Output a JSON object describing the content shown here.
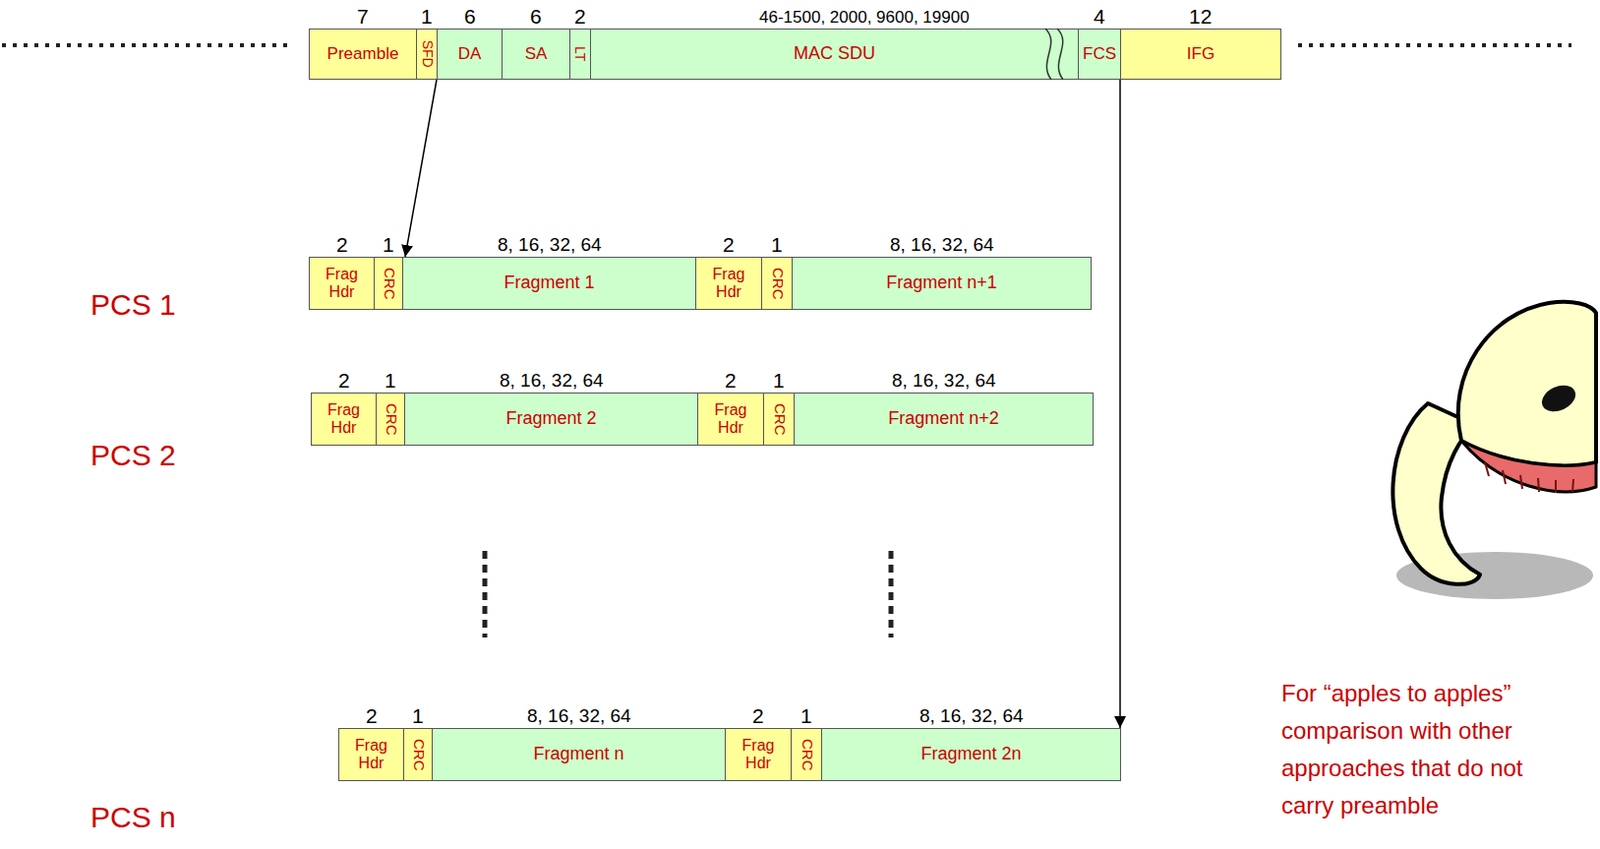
{
  "diagram": {
    "nodes": [
      {
        "text": [
          "Preamble"
        ]
      },
      {
        "text": [
          "SFD"
        ]
      },
      {
        "text": [
          "DA"
        ]
      },
      {
        "text": [
          "SA"
        ]
      },
      {
        "text": [
          "LT"
        ]
      },
      {
        "text": [
          "MAC SDU"
        ]
      },
      {
        "text": [
          "FCS"
        ]
      },
      {
        "text": [
          "IFG"
        ]
      },
      {
        "text": [
          "Frag Hdr"
        ]
      },
      {
        "text": [
          "CRC"
        ]
      },
      {
        "text": [
          "Fragment 1"
        ]
      },
      {
        "text": [
          "Frag Hdr"
        ]
      },
      {
        "text": [
          "CRC"
        ]
      },
      {
        "text": [
          "Fragment n+1"
        ]
      },
      {
        "text": [
          "Frag Hdr"
        ]
      },
      {
        "text": [
          "CRC"
        ]
      },
      {
        "text": [
          "Fragment 2"
        ]
      },
      {
        "text": [
          "Frag Hdr"
        ]
      },
      {
        "text": [
          "CRC"
        ]
      },
      {
        "text": [
          "Fragment n+2"
        ]
      },
      {
        "text": [
          "Frag Hdr"
        ]
      },
      {
        "text": [
          "CRC"
        ]
      },
      {
        "text": [
          "Fragment n"
        ]
      },
      {
        "text": [
          "Frag Hdr"
        ]
      },
      {
        "text": [
          "CRC"
        ]
      },
      {
        "text": [
          "Fragment 2n"
        ]
      }
    ],
    "edges": [
      {
        "from": 1,
        "to": 10,
        "arrow": "to"
      },
      {
        "from": 6,
        "to": 25,
        "arrow": "to"
      }
    ],
    "labels": [
      "7",
      "1",
      "6",
      "6",
      "2",
      "46-1500, 2000, 9600, 19900",
      "4",
      "12",
      "2",
      "1",
      "8, 16, 32, 64",
      "2",
      "1",
      "8, 16, 32, 64",
      "2",
      "1",
      "8, 16, 32, 64",
      "2",
      "1",
      "8, 16, 32, 64",
      "2",
      "1",
      "8, 16, 32, 64",
      "2",
      "1",
      "8, 16, 32, 64",
      "PCS 1",
      "PCS 2",
      "PCS n",
      "For “apples to apples” comparison with other approaches that do not carry preamble"
    ]
  }
}
